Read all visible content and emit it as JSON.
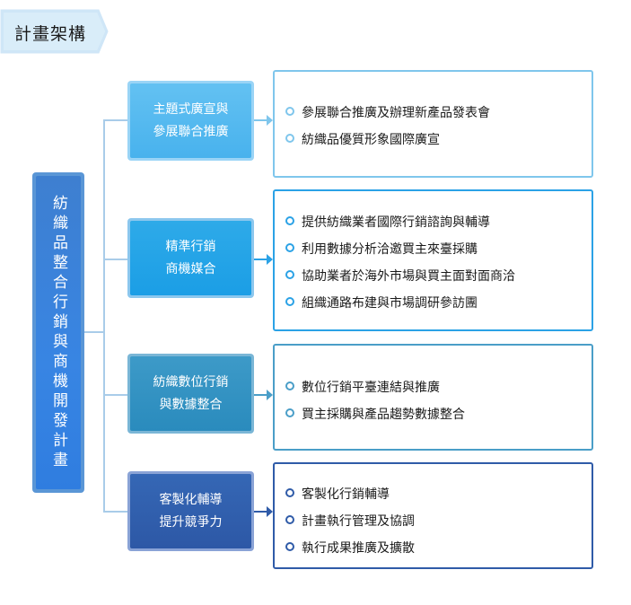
{
  "title": "計畫架構",
  "main_category": "紡織品整合行銷與商機開發計畫",
  "branches": [
    {
      "label_lines": [
        "主題式廣宣與",
        "參展聯合推廣"
      ],
      "items": [
        "參展聯合推廣及辦理新產品發表會",
        "紡織品優質形象國際廣宣"
      ],
      "color": "#48b2ed"
    },
    {
      "label_lines": [
        "精準行銷",
        "商機媒合"
      ],
      "items": [
        "提供紡織業者國際行銷諮詢與輔導",
        "利用數據分析洽邀買主來臺採購",
        "協助業者於海外市場與買主面對面商洽",
        "組織通路布建與市場調研參訪團"
      ],
      "color": "#1b9ee6"
    },
    {
      "label_lines": [
        "紡織數位行銷",
        "與數據整合"
      ],
      "items": [
        "數位行銷平臺連結與推廣",
        "買主採購與產品趨勢數據整合"
      ],
      "color": "#2a8bbd"
    },
    {
      "label_lines": [
        "客製化輔導",
        "提升競爭力"
      ],
      "items": [
        "客製化行銷輔導",
        "計畫執行管理及協調",
        "執行成果推廣及擴散"
      ],
      "color": "#2d58a6"
    }
  ]
}
